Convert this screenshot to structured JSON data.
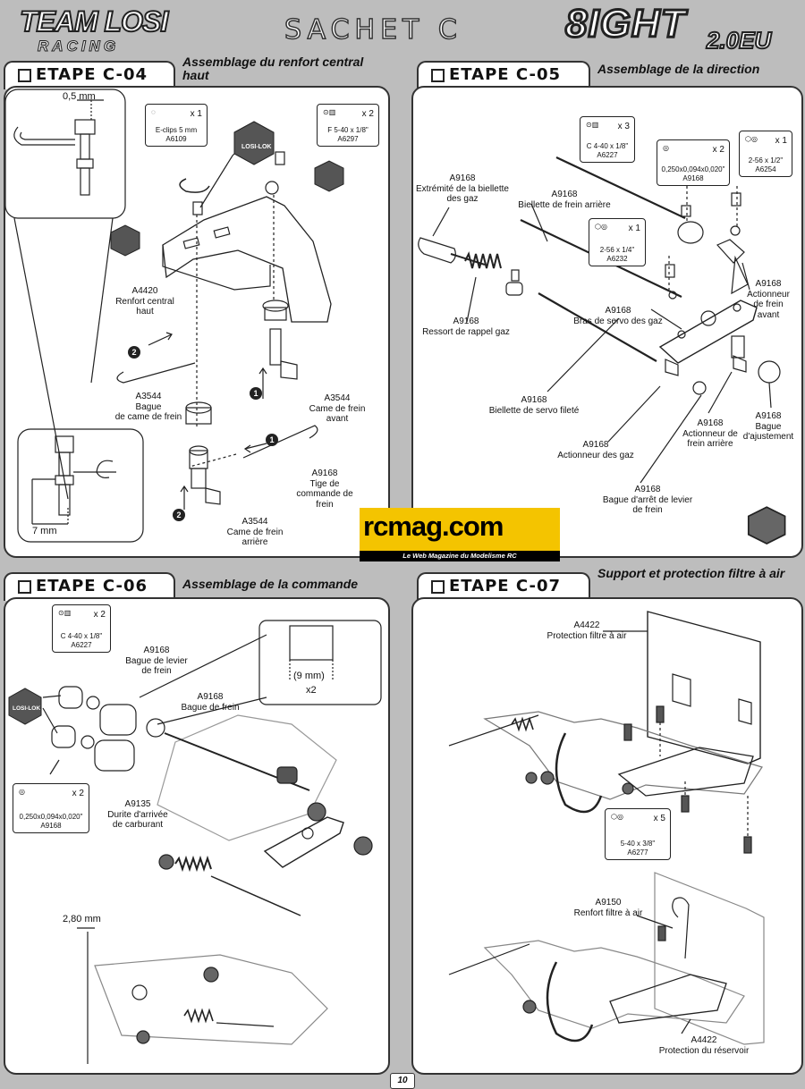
{
  "header": {
    "logo_brand": "TEAM LOSI",
    "logo_sub": "RACING",
    "sachet": "SACHET C",
    "product": "8IGHT",
    "product_sub": "2.0EU"
  },
  "steps": [
    {
      "id": "ETAPE C-04",
      "subtitle": "Assemblage du renfort central haut",
      "parts_boxes": [
        {
          "desc": "E-clips 5 mm",
          "ref": "A6109",
          "qty": "x 1"
        },
        {
          "desc": "F 5-40 x 1/8\"",
          "ref": "A6297",
          "qty": "x 2"
        }
      ],
      "losi_lok": "LOSI-LOK",
      "measure_top": "0,5 mm",
      "measure_bottom": "7 mm",
      "labels": {
        "a4420": "A4420\nRenfort central\nhaut",
        "a3544_bague": "A3544\nBague\nde came de frein",
        "a3544_avant": "A3544\nCame de frein\navant",
        "a9168_tige": "A9168\nTige de\ncommande de\nfrein",
        "a3544_arriere": "A3544\nCame de frein\narrière"
      },
      "markers": [
        "1",
        "2"
      ]
    },
    {
      "id": "ETAPE C-05",
      "subtitle": "Assemblage de la direction",
      "parts_boxes": [
        {
          "desc": "C 4-40 x 1/8\"",
          "ref": "A6227",
          "qty": "x 3"
        },
        {
          "desc": "0,250x0,094x0,020\"",
          "ref": "A9168",
          "qty": "x 2"
        },
        {
          "desc": "2-56 x 1/2\"",
          "ref": "A6254",
          "qty": "x 1"
        },
        {
          "desc": "2-56 x 1/4\"",
          "ref": "A6232",
          "qty": "x 1"
        }
      ],
      "labels": {
        "extremite": "A9168\nExtrémité de la biellette\ndes gaz",
        "biellette_frein": "A9168\nBiellette de frein arrière",
        "ressort": "A9168\nRessort de rappel gaz",
        "bras_servo": "A9168\nBras de servo des gaz",
        "actionneur_avant": "A9168\nActionneur\nde frein\navant",
        "biellette_servo": "A9168\nBiellette de servo fileté",
        "actionneur_gaz": "A9168\nActionneur des gaz",
        "actionneur_arriere": "A9168\nActionneur de\nfrein arrière",
        "bague_ajust": "A9168\nBague\nd'ajustement",
        "bague_arret": "A9168\nBague d'arrêt de levier\nde frein"
      }
    },
    {
      "id": "ETAPE C-06",
      "subtitle": "Assemblage de la commande",
      "parts_boxes": [
        {
          "desc": "C 4-40 x 1/8\"",
          "ref": "A6227",
          "qty": "x 2"
        },
        {
          "desc": "0,250x0,094x0,020\"",
          "ref": "A9168",
          "qty": "x 2"
        }
      ],
      "losi_lok": "LOSI-LOK",
      "detail_measure": "(9 mm)",
      "detail_qty": "x2",
      "measure_bottom": "2,80 mm",
      "labels": {
        "bague_levier": "A9168\nBague de levier\nde frein",
        "bague_frein": "A9168\nBague de frein",
        "durite": "A9135\nDurite d'arrivée\nde carburant"
      }
    },
    {
      "id": "ETAPE C-07",
      "subtitle": "Support et protection filtre à air",
      "parts_boxes": [
        {
          "desc": "5-40 x 3/8\"",
          "ref": "A6277",
          "qty": "x 5"
        }
      ],
      "labels": {
        "a4422_top": "A4422\nProtection filtre à air",
        "a9150": "A9150\nRenfort filtre à air",
        "a4422_bottom": "A4422\nProtection du réservoir"
      }
    }
  ],
  "watermark": {
    "brand": "rcmag.com",
    "tagline": "Le Web Magazine du Modelisme RC"
  },
  "page_number": "10",
  "colors": {
    "background": "#bdbdbd",
    "panel": "#ffffff",
    "watermark_bg": "#f4c400"
  }
}
